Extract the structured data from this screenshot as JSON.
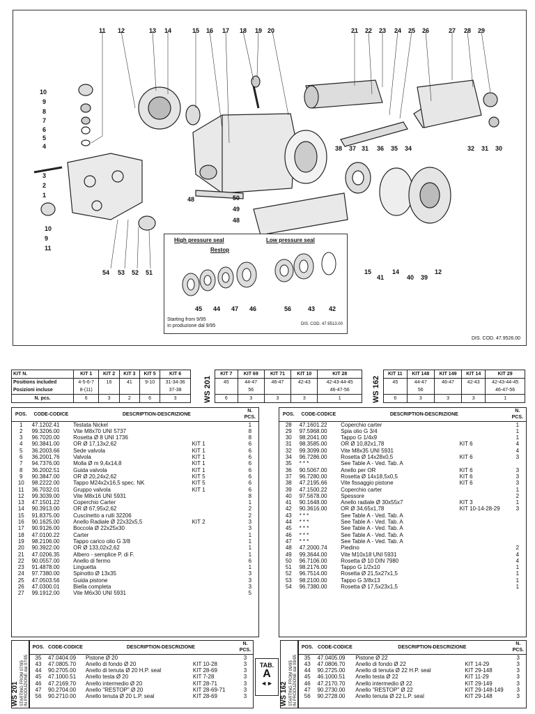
{
  "drawing": {
    "callouts_top": [
      "11",
      "12",
      "13",
      "14",
      "15",
      "16",
      "17",
      "18",
      "19",
      "20",
      "21",
      "22",
      "23",
      "24",
      "25",
      "26",
      "27",
      "28",
      "29"
    ],
    "callouts_left": [
      "10",
      "9",
      "8",
      "7",
      "6",
      "5",
      "4",
      "3",
      "2",
      "1",
      "10",
      "9",
      "11"
    ],
    "callouts_bottom": [
      "54",
      "53",
      "52",
      "51",
      "50",
      "49",
      "48",
      "48"
    ],
    "callouts_right": [
      "38",
      "37",
      "31",
      "36",
      "35",
      "34",
      "32",
      "31",
      "30",
      "15",
      "41",
      "14",
      "40",
      "39",
      "12"
    ],
    "dis_cod": "DIS. COD. 47.9526.00"
  },
  "inset": {
    "high_pressure": "High pressure seal",
    "restop": "Restop",
    "low_pressure": "Low pressure seal",
    "numbers": [
      "45",
      "44",
      "47",
      "46",
      "56",
      "43",
      "42"
    ],
    "note1": "Starting from 9/95",
    "note2": "In produzione dal 9/95",
    "dis": "DIS. COD. 47.9513.00"
  },
  "kits": [
    {
      "side_label": "",
      "header": [
        "KIT N.",
        "KIT 1",
        "KIT 2",
        "KIT 3",
        "KIT 5",
        "KIT 6"
      ],
      "row1_label": "Positions included",
      "row2_label": "Posizioni incluse",
      "row1": [
        "4-5-6-7",
        "16",
        "41",
        "9-10",
        "31-34-36"
      ],
      "row2": [
        "8-(11)",
        "",
        "",
        "",
        "37-38"
      ],
      "npcs_label": "N. pcs.",
      "npcs": [
        "6",
        "3",
        "2",
        "6",
        "3"
      ]
    },
    {
      "side_label": "WS 201",
      "header": [
        "KIT 7",
        "KIT 69",
        "KIT 71",
        "KIT 10",
        "KIT 28"
      ],
      "row1": [
        "45",
        "44-47",
        "46-47",
        "42-43",
        "42-43-44-45"
      ],
      "row2": [
        "",
        "56",
        "",
        "",
        "46-47-56"
      ],
      "npcs": [
        "6",
        "3",
        "3",
        "3",
        "1"
      ]
    },
    {
      "side_label": "WS 162",
      "header": [
        "KIT 11",
        "KIT 148",
        "KIT 149",
        "KIT 14",
        "KIT 29"
      ],
      "row1": [
        "45",
        "44-47",
        "46-47",
        "42-43",
        "42-43-44-45"
      ],
      "row2": [
        "",
        "56",
        "",
        "",
        "46-47-56"
      ],
      "npcs": [
        "6",
        "3",
        "3",
        "3",
        "1"
      ]
    }
  ],
  "parts_header": {
    "pos": "POS.",
    "code": "CODE-CODICE",
    "desc": "DESCRIPTION-DESCRIZIONE",
    "n1": "N.",
    "n2": "PCS."
  },
  "parts_left": [
    [
      "1",
      "47.1202.41",
      "Testata Nickel",
      "",
      "1"
    ],
    [
      "2",
      "99.3206.00",
      "Vite M8x70 UNI 5737",
      "",
      "8"
    ],
    [
      "3",
      "96.7020.00",
      "Rosetta Ø 8 UNI 1736",
      "",
      "8"
    ],
    [
      "4",
      "90.3841.00",
      "OR Ø 17,13x2,62",
      "KIT 1",
      "6"
    ],
    [
      "5",
      "36.2003.66",
      "Sede valvola",
      "KIT 1",
      "6"
    ],
    [
      "6",
      "36.2001.76",
      "Valvola",
      "KIT 1",
      "6"
    ],
    [
      "7",
      "94.7376.00",
      "Molla Ø m 9,4x14,8",
      "KIT 1",
      "6"
    ],
    [
      "8",
      "36.2002.51",
      "Guida valvola",
      "KIT 1",
      "6"
    ],
    [
      "9",
      "90.3847.00",
      "OR Ø 20,24x2,62",
      "KIT 5",
      "6"
    ],
    [
      "10",
      "98.2222.00",
      "Tappo M24x2x16,5 spec. NK",
      "KIT 5",
      "6"
    ],
    [
      "11",
      "36.7032.01",
      "Gruppo valvola",
      "KIT 1",
      "6"
    ],
    [
      "12",
      "99.3039.00",
      "Vite M8x16 UNI 5931",
      "",
      "8"
    ],
    [
      "13",
      "47.1501.22",
      "Coperchio Carter",
      "",
      "1"
    ],
    [
      "14",
      "90.3913.00",
      "OR Ø 67,95x2,62",
      "",
      "2"
    ],
    [
      "15",
      "91.8375.00",
      "Cuscinetto a rulli 32206",
      "",
      "2"
    ],
    [
      "16",
      "90.1625.00",
      "Anello Radiale Ø 22x32x5,5",
      "KIT 2",
      "3"
    ],
    [
      "17",
      "90.9126.00",
      "Boccola Ø 22x25x30",
      "",
      "3"
    ],
    [
      "18",
      "47.0100.22",
      "Carter",
      "",
      "1"
    ],
    [
      "19",
      "98.2106.00",
      "Tappo carico olio G 3/8",
      "",
      "1"
    ],
    [
      "20",
      "90.3922.00",
      "OR Ø 133,02x2,62",
      "",
      "1"
    ],
    [
      "21",
      "47.0206.35",
      "Albero - semplice P. di F.",
      "",
      "1"
    ],
    [
      "22",
      "90.0557.00",
      "Anello di fermo",
      "",
      "6"
    ],
    [
      "23",
      "91.4878.00",
      "Linguetta",
      "",
      "1"
    ],
    [
      "24",
      "97.7380.00",
      "Spinotto Ø 13x35",
      "",
      "3"
    ],
    [
      "25",
      "47.0503.56",
      "Guida pistone",
      "",
      "3"
    ],
    [
      "26",
      "47.0300.01",
      "Biella completa",
      "",
      "3"
    ],
    [
      "27",
      "99.1912.00",
      "Vite M6x30 UNI 5931",
      "",
      "5"
    ]
  ],
  "parts_right": [
    [
      "28",
      "47.1601.22",
      "Coperchio carter",
      "",
      "1"
    ],
    [
      "29",
      "97.5968.00",
      "Spia olio G 3/4",
      "",
      "1"
    ],
    [
      "30",
      "98.2041.00",
      "Tappo G 1/4x9",
      "",
      "1"
    ],
    [
      "31",
      "98.3585.00",
      "OR Ø 10,82x1,78",
      "KIT 6",
      "4"
    ],
    [
      "32",
      "99.3099.00",
      "Vite M8x35 UNI 5931",
      "",
      "4"
    ],
    [
      "34",
      "96.7286.00",
      "Rosetta Ø 14x28x0,5",
      "KIT 6",
      "3"
    ],
    [
      "35",
      "* * *",
      "See Table A - Ved. Tab. A",
      "",
      ""
    ],
    [
      "36",
      "90.5067.00",
      "Anello per OR",
      "KIT 6",
      "3"
    ],
    [
      "37",
      "96.7280.00",
      "Rosetta Ø 14x18,5x0,5",
      "KIT 6",
      "3"
    ],
    [
      "38",
      "47.2195.66",
      "Vite fissaggio pistone",
      "KIT 6",
      "3"
    ],
    [
      "39",
      "47.1500.22",
      "Coperchio carter",
      "",
      "1"
    ],
    [
      "40",
      "97.5678.00",
      "Spessore",
      "",
      "2"
    ],
    [
      "41",
      "90.1648.00",
      "Anello radiale Ø 30x55x7",
      "KIT 3",
      "1"
    ],
    [
      "42",
      "90.3616.00",
      "OR Ø 34,65x1,78",
      "KIT 10-14-28-29",
      "3"
    ],
    [
      "43",
      "* * *",
      "See Table A - Ved. Tab. A",
      "",
      ""
    ],
    [
      "44",
      "* * *",
      "See Table A - Ved. Tab. A",
      "",
      ""
    ],
    [
      "45",
      "* * *",
      "See Table A - Ved. Tab. A",
      "",
      ""
    ],
    [
      "46",
      "* * *",
      "See Table A - Ved. Tab. A",
      "",
      ""
    ],
    [
      "47",
      "* * *",
      "See Table A - Ved. Tab. A",
      "",
      ""
    ],
    [
      "48",
      "47.2000.74",
      "Piedino",
      "",
      "2"
    ],
    [
      "49",
      "99.3644.00",
      "Vite M10x18 UNI 5931",
      "",
      "4"
    ],
    [
      "50",
      "96.7106.00",
      "Rosetta Ø 10 DIN 7980",
      "",
      "4"
    ],
    [
      "51",
      "98.2176.00",
      "Tappo G 1/2x10",
      "",
      "1"
    ],
    [
      "52",
      "96.7514.00",
      "Rosetta Ø 21,5x27x1,5",
      "",
      "1"
    ],
    [
      "53",
      "98.2100.00",
      "Tappo G 3/8x13",
      "",
      "1"
    ],
    [
      "54",
      "96.7380.00",
      "Rosetta Ø 17,5x23x1,5",
      "",
      "1"
    ]
  ],
  "tableA_left": {
    "model": "WS 201",
    "side1": "STARTING FROM 07/95",
    "side2": "IN PRODUZIONE dal 07/95",
    "rows": [
      [
        "35",
        "47.0404.09",
        "Pistone Ø 20",
        "",
        "3"
      ],
      [
        "43",
        "47.0805.70",
        "Anello di fondo Ø 20",
        "KIT 10-28",
        "3"
      ],
      [
        "44",
        "90.2705.00",
        "Anello di tenuta Ø 20 H.P. seal",
        "KIT 28-69",
        "3"
      ],
      [
        "45",
        "47.1000.51",
        "Anello testa Ø 20",
        "KIT 7-28",
        "3"
      ],
      [
        "46",
        "47.2169.70",
        "Anello intermedio Ø 20",
        "KIT 28-71",
        "3"
      ],
      [
        "47",
        "90.2704.00",
        "Anello \"RESTOP\" Ø 20",
        "KIT 28-69-71",
        "3"
      ],
      [
        "56",
        "90.2710.00",
        "Anello tenuta Ø 20 L.P. seal",
        "KIT 28-69",
        "3"
      ]
    ]
  },
  "tableA_right": {
    "model": "WS 162",
    "side1": "STARTING FROM 09/95",
    "side2": "IN PRODUZIONE dal 09/95",
    "rows": [
      [
        "35",
        "47.0405.09",
        "Pistone Ø 22",
        "",
        "3"
      ],
      [
        "43",
        "47.0806.70",
        "Anello di fondo Ø 22",
        "KIT 14-29",
        "3"
      ],
      [
        "44",
        "90.2725.00",
        "Anello di tenuta Ø 22 H.P. seal",
        "KIT 29-148",
        "3"
      ],
      [
        "45",
        "46.1000.51",
        "Anello testa Ø 22",
        "KIT 11-29",
        "3"
      ],
      [
        "46",
        "47.2170.70",
        "Anello intermedio Ø 22",
        "KIT 29-149",
        "3"
      ],
      [
        "47",
        "90.2730.00",
        "Anello \"RESTOP\" Ø 22",
        "KIT 29-148-149",
        "3"
      ],
      [
        "56",
        "90.2728.00",
        "Anello tenuta Ø 22 L.P. seal",
        "KIT 29-148",
        "3"
      ]
    ]
  },
  "tab_a": {
    "line1": "TAB.",
    "line2": "A",
    "arrow": "◄►"
  }
}
